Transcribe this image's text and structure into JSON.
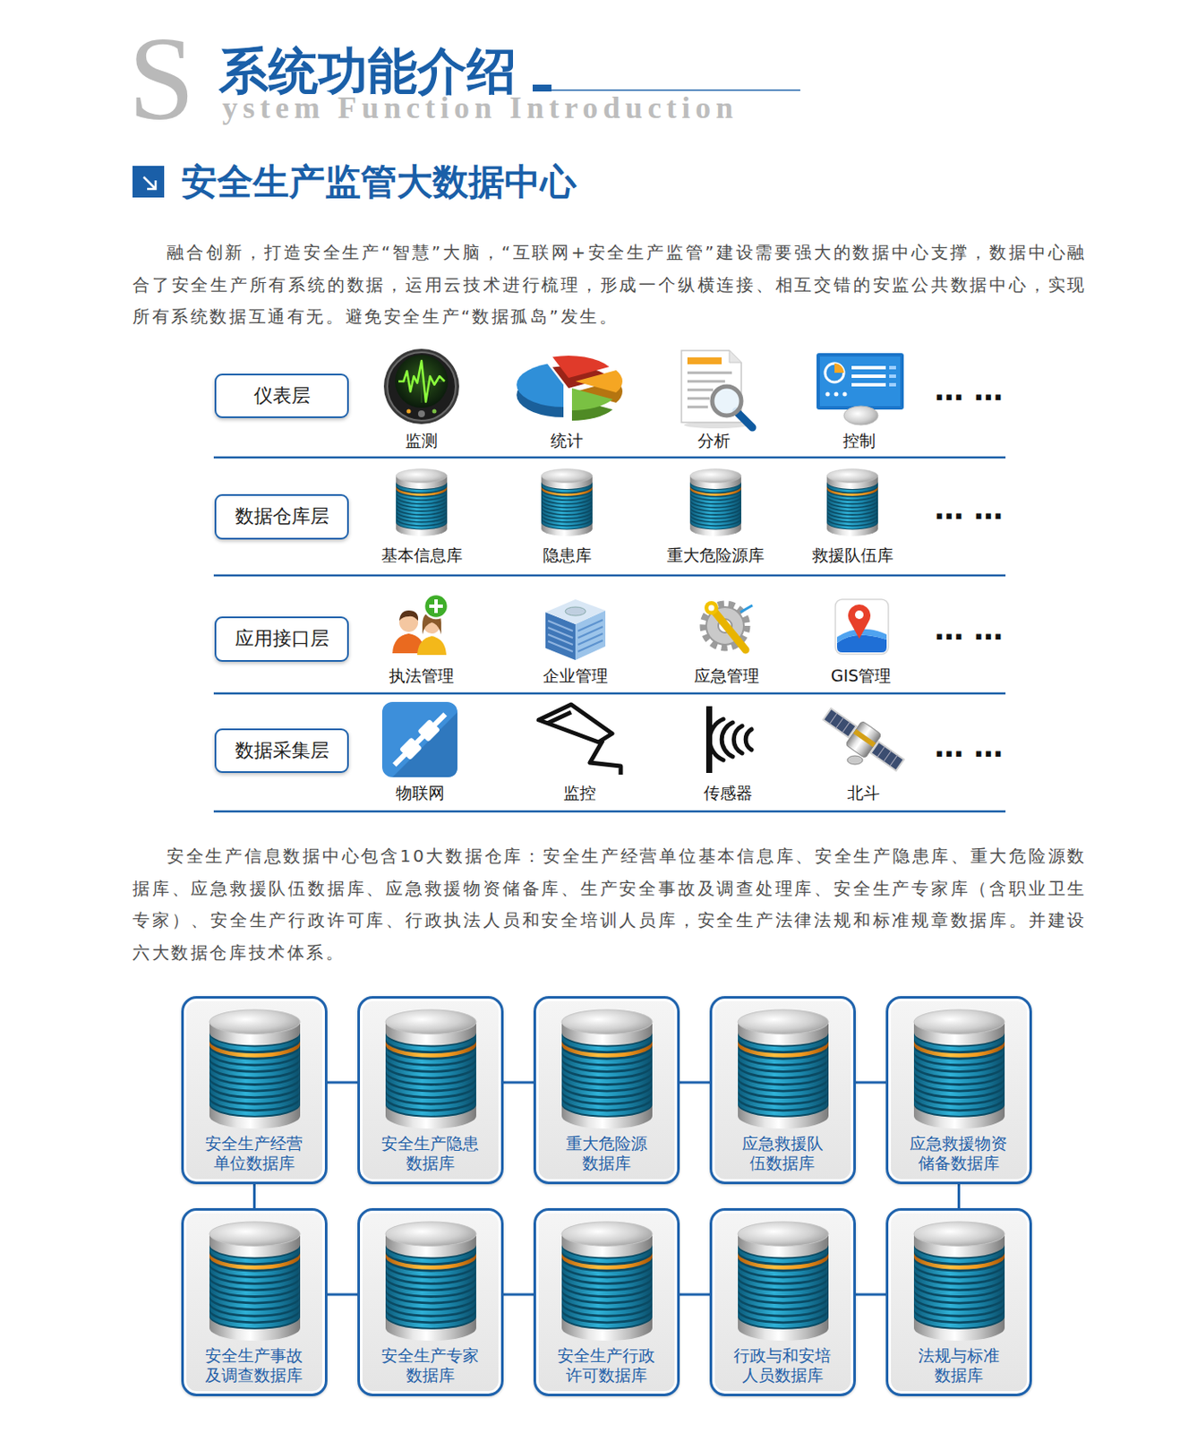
{
  "diagram": {
    "title": "系统功能介绍",
    "nodes": [
      {
        "text": [
          "仪表层"
        ]
      },
      {
        "text": [
          "数据仓库层"
        ]
      },
      {
        "text": [
          "应用接口层"
        ]
      },
      {
        "text": [
          "数据采集层"
        ]
      },
      {
        "text": [
          "安全生产经营 单位数据库"
        ]
      },
      {
        "text": [
          "安全生产隐患 数据库"
        ]
      },
      {
        "text": [
          "重大危险源 数据库"
        ]
      },
      {
        "text": [
          "应急救援队 伍数据库"
        ]
      },
      {
        "text": [
          "应急救援物资 储备数据库"
        ]
      },
      {
        "text": [
          "安全生产事故 及调查数据库"
        ]
      },
      {
        "text": [
          "安全生产专家 数据库"
        ]
      },
      {
        "text": [
          "安全生产行政 许可数据库"
        ]
      },
      {
        "text": [
          "行政与和安培 人员数据库"
        ]
      },
      {
        "text": [
          "法规与标准 数据库"
        ]
      }
    ],
    "edges": [
      {
        "from": 4,
        "to": 5,
        "arrow": "none"
      },
      {
        "from": 5,
        "to": 6,
        "arrow": "none"
      },
      {
        "from": 6,
        "to": 7,
        "arrow": "none"
      },
      {
        "from": 7,
        "to": 8,
        "arrow": "none"
      },
      {
        "from": 4,
        "to": 9,
        "arrow": "none"
      },
      {
        "from": 8,
        "to": 13,
        "arrow": "none"
      },
      {
        "from": 9,
        "to": 10,
        "arrow": "none"
      },
      {
        "from": 10,
        "to": 11,
        "arrow": "none"
      },
      {
        "from": 11,
        "to": 12,
        "arrow": "none"
      },
      {
        "from": 12,
        "to": 13,
        "arrow": "none"
      }
    ],
    "labels": [
      "S",
      "ystem Function Introduction",
      "安全生产监管大数据中心",
      "融合创新，打造安全生产“智慧”大脑，“互联网+安全生产监管”建设需要强大的数据中心支撑，数据中心融合了安全生产所有系统的数据，运用云技术进行梳理，形成一个纵横连接、相互交错的安监公共数据中心，实现所有系统数据互通有无。避免安全生产“数据孤岛”发生。",
      "监测",
      "统计",
      "分析",
      "控制",
      "… …",
      "基本信息库",
      "隐患库",
      "重大危险源库",
      "救援队伍库",
      "… …",
      "执法管理",
      "企业管理",
      "应急管理",
      "GIS管理",
      "… …",
      "物联网",
      "监控",
      "传感器",
      "北斗",
      "… …",
      "安全生产信息数据中心包含10大数据仓库：安全生产经营单位基本信息库、安全生产隐患库、重大危险源数据库、应急救援队伍数据库、应急救援物资储备库、生产安全事故及调查处理库、安全生产专家库（含职业卫生专家）、安全生产行政许可库、行政执法人员和安全培训人员库，安全生产法律法规和标准规章数据库。并建设六大数据仓库技术体系。"
    ]
  }
}
